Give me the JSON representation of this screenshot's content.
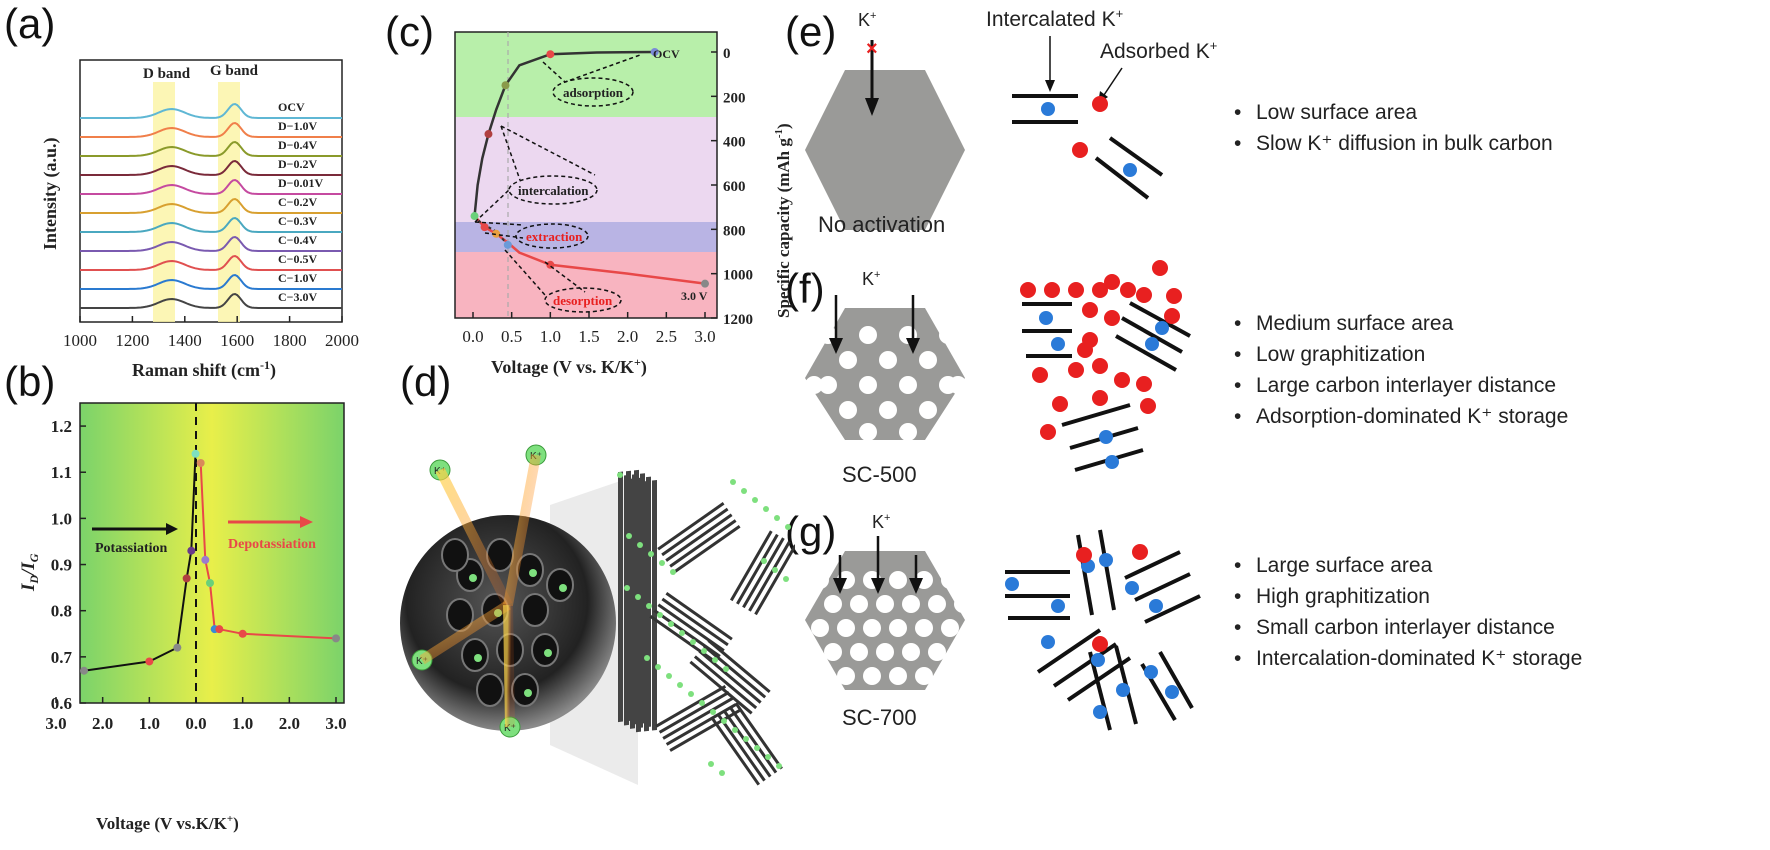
{
  "panels": {
    "a": "(a)",
    "b": "(b)",
    "c": "(c)",
    "d": "(d)",
    "e": "(e)",
    "f": "(f)",
    "g": "(g)"
  },
  "panel_a": {
    "xlabel": "Raman shift (cm",
    "xlabel_sup": "-1",
    "xlabel_end": ")",
    "ylabel": "Intensity (a.u.)",
    "xticks": [
      "1000",
      "1200",
      "1400",
      "1600",
      "1800",
      "2000"
    ],
    "band_labels": [
      "D band",
      "G band"
    ],
    "curve_labels": [
      "OCV",
      "D−1.0V",
      "D−0.4V",
      "D−0.2V",
      "D−0.01V",
      "C−0.2V",
      "C−0.3V",
      "C−0.4V",
      "C−0.5V",
      "C−1.0V",
      "C−3.0V"
    ],
    "curve_colors": [
      "#5fb7d4",
      "#f07f4a",
      "#8a9a2a",
      "#7a2a3a",
      "#c54aa0",
      "#d8a030",
      "#4aa8c0",
      "#7a5ab0",
      "#e05050",
      "#2a7ad0",
      "#444444"
    ]
  },
  "panel_b": {
    "ylabel": "I_D/I_G",
    "xlabel": "Voltage (V vs.K/K",
    "xlabel_sup": "+",
    "xlabel_end": ")",
    "xticks": [
      "3.0",
      "2.0",
      "1.0",
      "0.0",
      "1.0",
      "2.0",
      "3.0"
    ],
    "yticks": [
      "0.6",
      "0.7",
      "0.8",
      "0.9",
      "1.0",
      "1.1",
      "1.2"
    ],
    "left_text": "Potassiation",
    "right_text": "Depotassiation"
  },
  "chart_data": {
    "type": "line",
    "panel": "b",
    "xlabel": "Voltage (V vs.K/K+)",
    "ylabel": "I_D/I_G",
    "ylim": [
      0.6,
      1.25
    ],
    "series": [
      {
        "name": "Potassiation",
        "x": [
          -2.4,
          -1.0,
          -0.4,
          -0.2,
          -0.1,
          -0.01
        ],
        "y": [
          0.67,
          0.69,
          0.72,
          0.87,
          0.93,
          1.14
        ]
      },
      {
        "name": "Depotassiation",
        "x": [
          0.1,
          0.2,
          0.3,
          0.4,
          0.5,
          1.0,
          3.0
        ],
        "y": [
          1.12,
          0.91,
          0.86,
          0.76,
          0.76,
          0.75,
          0.74
        ]
      }
    ]
  },
  "panel_c": {
    "xlabel": "Voltage (V vs. K/K",
    "xlabel_sup": "+",
    "xlabel_end": ")",
    "ylabel": "Specific capacity (mAh g",
    "ylabel_sup": "-1",
    "ylabel_end": ")",
    "xticks": [
      "0.0",
      "0.5",
      "1.0",
      "1.5",
      "2.0",
      "2.5",
      "3.0"
    ],
    "yticks": [
      "0",
      "200",
      "400",
      "600",
      "800",
      "1000",
      "1200"
    ],
    "annotations": [
      "OCV",
      "adsorption",
      "intercalation",
      "extraction",
      "desorption",
      "3.0 V"
    ]
  },
  "panel_e": {
    "ion": "K",
    "ion_sup": "+",
    "caption": "No activation",
    "intercalated": "Intercalated K",
    "adsorbed": "Adsorbed K",
    "bullets": [
      "Low surface area",
      "Slow K⁺ diffusion in bulk carbon"
    ]
  },
  "panel_f": {
    "caption": "SC-500",
    "bullets": [
      "Medium surface area",
      "Low graphitization",
      "Large carbon interlayer distance",
      "Adsorption-dominated K⁺ storage"
    ]
  },
  "panel_g": {
    "caption": "SC-700",
    "bullets": [
      "Large surface area",
      "High graphitization",
      "Small carbon interlayer distance",
      "Intercalation-dominated K⁺ storage"
    ]
  },
  "panel_d": {
    "ion_label": "K⁺"
  },
  "colors": {
    "red": "#e82020",
    "blue": "#2a7ad8",
    "gray": "#9a9a98",
    "green_dot": "#7ee07e"
  }
}
